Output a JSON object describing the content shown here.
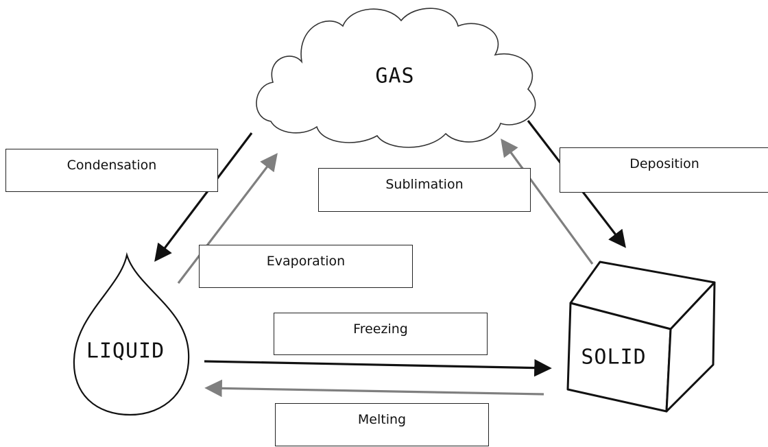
{
  "states": {
    "gas": "GAS",
    "liquid": "LIQUID",
    "solid": "SOLID"
  },
  "processes": {
    "condensation": "Condensation",
    "deposition": "Deposition",
    "sublimation": "Sublimation",
    "evaporation": "Evaporation",
    "freezing": "Freezing",
    "melting": "Melting"
  },
  "colors": {
    "arrow_dark": "#111111",
    "arrow_gray": "#7f7f7f",
    "outline": "#333333"
  }
}
